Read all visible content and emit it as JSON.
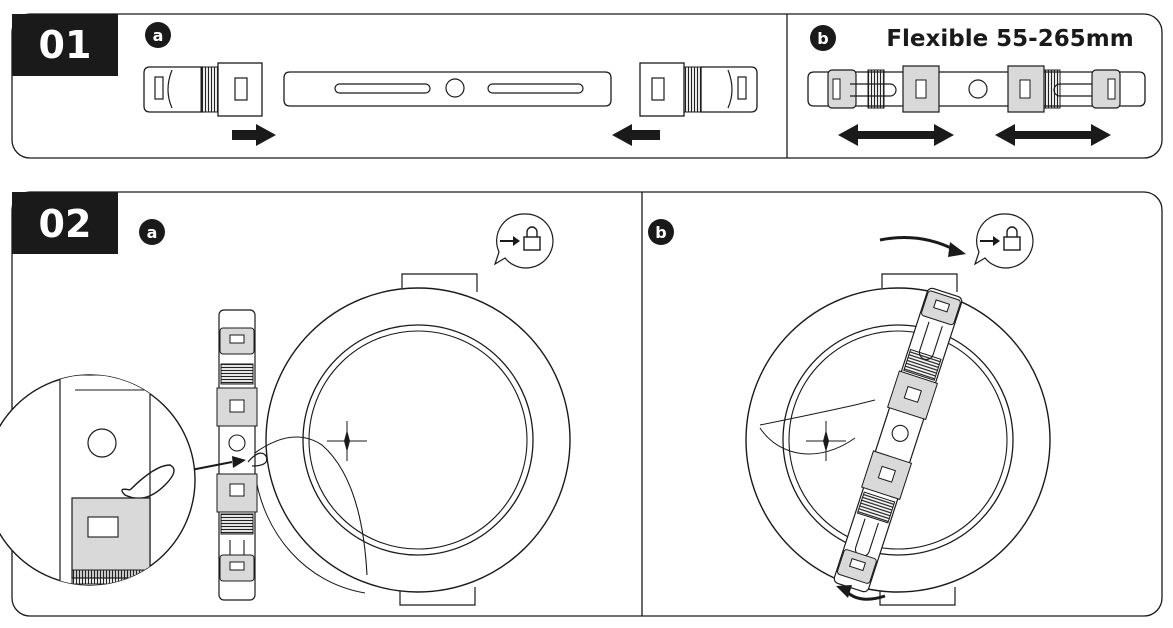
{
  "panel1": {
    "step": "01",
    "sub_a": "a",
    "sub_b": "b",
    "flex_label": "Flexible 55-265mm"
  },
  "panel2": {
    "step": "02",
    "sub_a": "a",
    "sub_b": "b"
  },
  "icons": [
    "lock-icon",
    "arrow-right-icon",
    "double-arrow-icon",
    "rotate-arrow-icon",
    "spring-clip-icon",
    "mounting-bracket-icon"
  ],
  "colors": {
    "ink": "#1a1a1a",
    "bracket_fill": "#d9d9d9",
    "background": "#ffffff"
  }
}
